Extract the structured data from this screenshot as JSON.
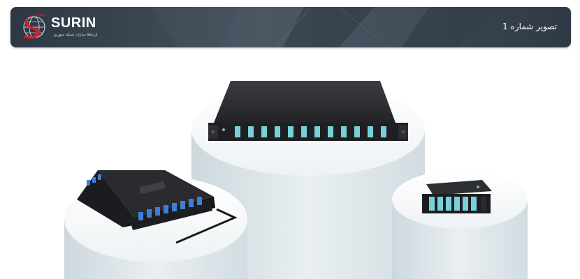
{
  "header": {
    "title": "تصویر شماره 1",
    "logo": {
      "name": "SURIN",
      "subtitle": "ارتباطا سازان شبکه سورین"
    }
  },
  "colors": {
    "header_bg": "#3a4552",
    "logo_red": "#d62028",
    "pedestal": "#dde6ea",
    "device_body": "#2a2b2f",
    "port_cyan": "#7ad0d8",
    "port_blue": "#3e7fd6"
  },
  "icons": [
    "surin-logo-mark"
  ]
}
